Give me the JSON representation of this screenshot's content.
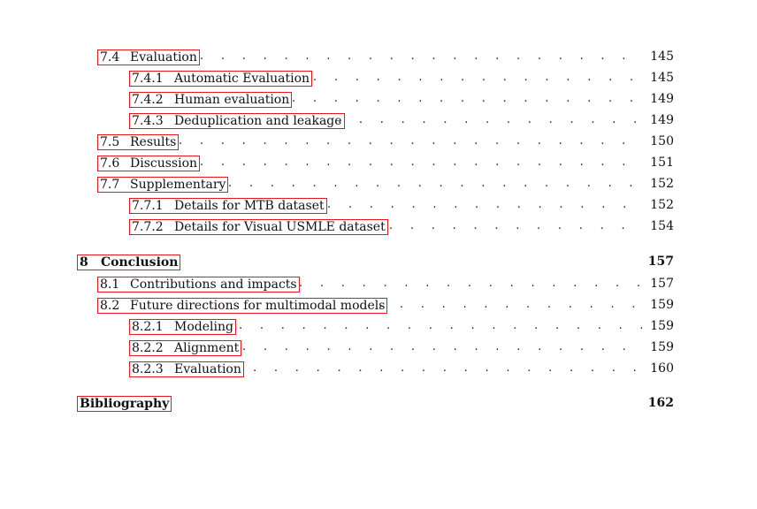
{
  "entries": [
    {
      "number": "7.4",
      "title": "Evaluation",
      "page": "145",
      "level": 1
    },
    {
      "number": "7.4.1",
      "title": "Automatic Evaluation",
      "page": "145",
      "level": 2
    },
    {
      "number": "7.4.2",
      "title": "Human evaluation",
      "page": "149",
      "level": 2
    },
    {
      "number": "7.4.3",
      "title": "Deduplication and leakage",
      "page": "149",
      "level": 2
    },
    {
      "number": "7.5",
      "title": "Results",
      "page": "150",
      "level": 1
    },
    {
      "number": "7.6",
      "title": "Discussion",
      "page": "151",
      "level": 1
    },
    {
      "number": "7.7",
      "title": "Supplementary",
      "page": "152",
      "level": 1
    },
    {
      "number": "7.7.1",
      "title": "Details for MTB dataset",
      "page": "152",
      "level": 2
    },
    {
      "number": "7.7.2",
      "title": "Details for Visual USMLE dataset",
      "page": "154",
      "level": 2
    },
    {
      "number": "8",
      "title": "Conclusion",
      "page": "157",
      "level": 0
    },
    {
      "number": "8.1",
      "title": "Contributions and impacts",
      "page": "157",
      "level": 1
    },
    {
      "number": "8.2",
      "title": "Future directions for multimodal models",
      "page": "159",
      "level": 1
    },
    {
      "number": "8.2.1",
      "title": "Modeling",
      "page": "159",
      "level": 2
    },
    {
      "number": "8.2.2",
      "title": "Alignment",
      "page": "159",
      "level": 2
    },
    {
      "number": "8.2.3",
      "title": "Evaluation",
      "page": "160",
      "level": 2
    },
    {
      "number": "",
      "title": "Bibliography",
      "page": "162",
      "level": 0
    }
  ]
}
